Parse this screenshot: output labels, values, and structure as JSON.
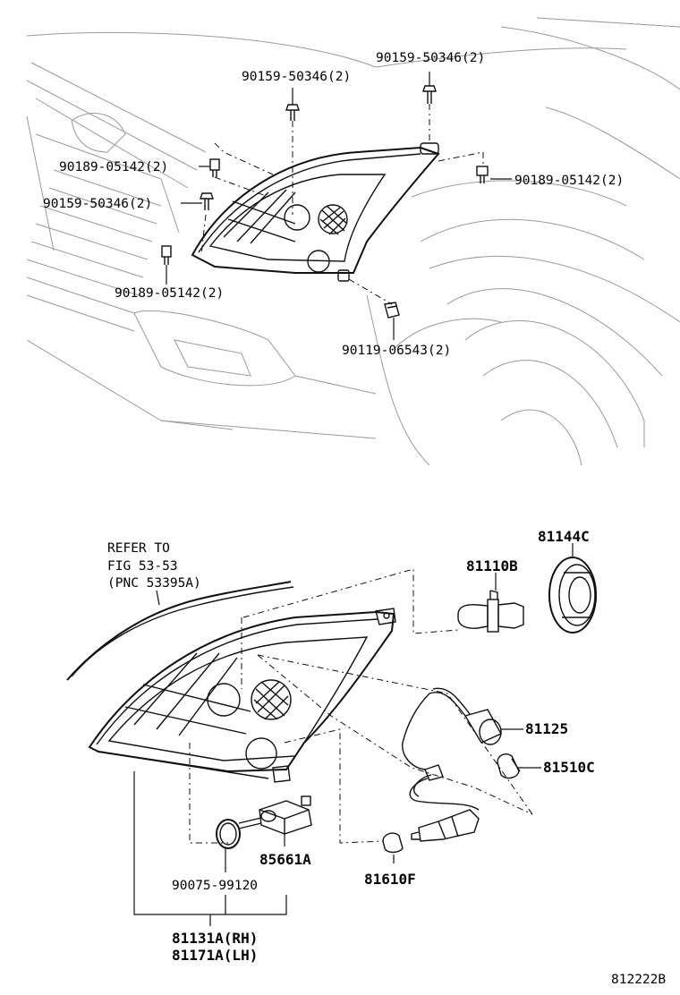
{
  "top_callouts": [
    {
      "id": "screw-top-right",
      "part": "90159-50346",
      "qty": "(2)"
    },
    {
      "id": "screw-top-center",
      "part": "90159-50346",
      "qty": "(2)"
    },
    {
      "id": "bolt-left-upper",
      "part": "90189-05142",
      "qty": "(2)"
    },
    {
      "id": "bolt-right",
      "part": "90189-05142",
      "qty": "(2)"
    },
    {
      "id": "screw-left",
      "part": "90159-50346",
      "qty": "(2)"
    },
    {
      "id": "bolt-left-lower",
      "part": "90189-05142",
      "qty": "(2)"
    },
    {
      "id": "nut-clip",
      "part": "90119-06543",
      "qty": "(2)"
    }
  ],
  "refer_note": {
    "line1": "REFER TO",
    "line2": "FIG  53-53",
    "line3": "(PNC 53395A)"
  },
  "bottom_callouts": {
    "socket_cap": "81144C",
    "headlamp_bulb": "81110B",
    "socket_wire": "81125",
    "side_bulb": "81510C",
    "leveling_motor": "85661A",
    "o_ring": "90075-99120",
    "wedge_bulb": "81610F",
    "assembly_rh": "81131A(RH)",
    "assembly_lh": "81171A(LH)"
  },
  "figure_code": "812222B",
  "icons": [
    "screw-icon",
    "bolt-icon",
    "nut-clip-icon",
    "bulb-icon",
    "socket-icon",
    "o-ring-icon",
    "leveling-motor-icon"
  ]
}
